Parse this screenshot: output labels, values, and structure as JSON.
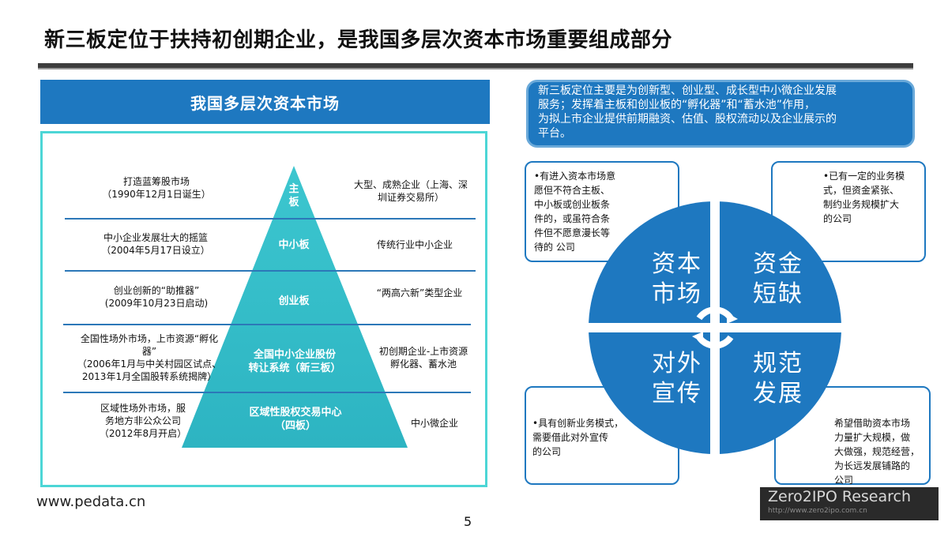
{
  "title": "新三板定位于扶持初创期企业，是我国多层次资本市场重要组成部分",
  "market": {
    "header": "我国多层次资本市场",
    "tiers": [
      {
        "label_lines": [
          "主",
          "板"
        ],
        "left_lines": [
          "打造蓝筹股市场",
          "（1990年12月1日诞生）"
        ],
        "right_lines": [
          "大型、成熟企业（上海、深",
          "圳证券交易所）"
        ]
      },
      {
        "label_lines": [
          "中小板"
        ],
        "left_lines": [
          "中小企业发展壮大的摇篮",
          "（2004年5月17日设立）"
        ],
        "right_lines": [
          "传统行业中小企业"
        ]
      },
      {
        "label_lines": [
          "创业板"
        ],
        "left_lines": [
          "创业创新的“助推器”",
          "(2009年10月23日启动)"
        ],
        "right_lines": [
          "“两高六新”类型企业"
        ]
      },
      {
        "label_lines": [
          "全国中小企业股份",
          "转让系统（新三板）"
        ],
        "left_lines": [
          "全国性场外市场，上市资源“孵化",
          "器”",
          "（2006年1月与中关村园区试点、",
          "2013年1月全国股转系统揭牌）"
        ],
        "right_lines": [
          "初创期企业-上市资源",
          "孵化器、蓄水池"
        ]
      },
      {
        "label_lines": [
          "区域性股权交易中心",
          "（四板）"
        ],
        "left_lines": [
          "区域性场外市场，服",
          "务地方非公众公司",
          "（2012年8月开启）"
        ],
        "right_lines": [
          "中小微企业"
        ]
      }
    ]
  },
  "intro": {
    "lines": [
      "新三板定位主要是为创新型、创业型、成长型中小微企业发展",
      "服务；发挥着主板和创业板的“孵化器”和“蓄水池”作用，",
      "为拟上市企业提供前期融资、估值、股权流动以及企业展示的",
      "平台。"
    ]
  },
  "quadrants": [
    {
      "lines": [
        "资本",
        "市场"
      ]
    },
    {
      "lines": [
        "资金",
        "短缺"
      ]
    },
    {
      "lines": [
        "对外",
        "宣传"
      ]
    },
    {
      "lines": [
        "规范",
        "发展"
      ]
    }
  ],
  "callouts": {
    "top_left": [
      "•有进入资本市场意",
      "愿但不符合主板、",
      "中小板或创业板条",
      "件的，或虽符合条",
      "件但不愿意漫长等",
      "待的 公司"
    ],
    "top_right": [
      "•已有一定的业务模",
      "式，但资金紧张、",
      "制约业务规模扩大",
      "的公司"
    ],
    "bottom_left": [
      "•具有创新业务模式，",
      "需要借此对外宣传",
      "的公司"
    ],
    "bottom_right": [
      "希望借助资本市场",
      "力量扩大规模，做",
      "大做强，规范经营，",
      "为长远发展铺路的",
      "公司"
    ]
  },
  "footer": {
    "url": "www.pedata.cn",
    "page": "5",
    "brand": "Zero2IPO Research",
    "brand_sub": "http://www.zero2ipo.com.cn"
  },
  "colors": {
    "primary_blue": "#1e78c0",
    "teal": "#34c0c8",
    "frame_teal": "#4cd6d6"
  }
}
